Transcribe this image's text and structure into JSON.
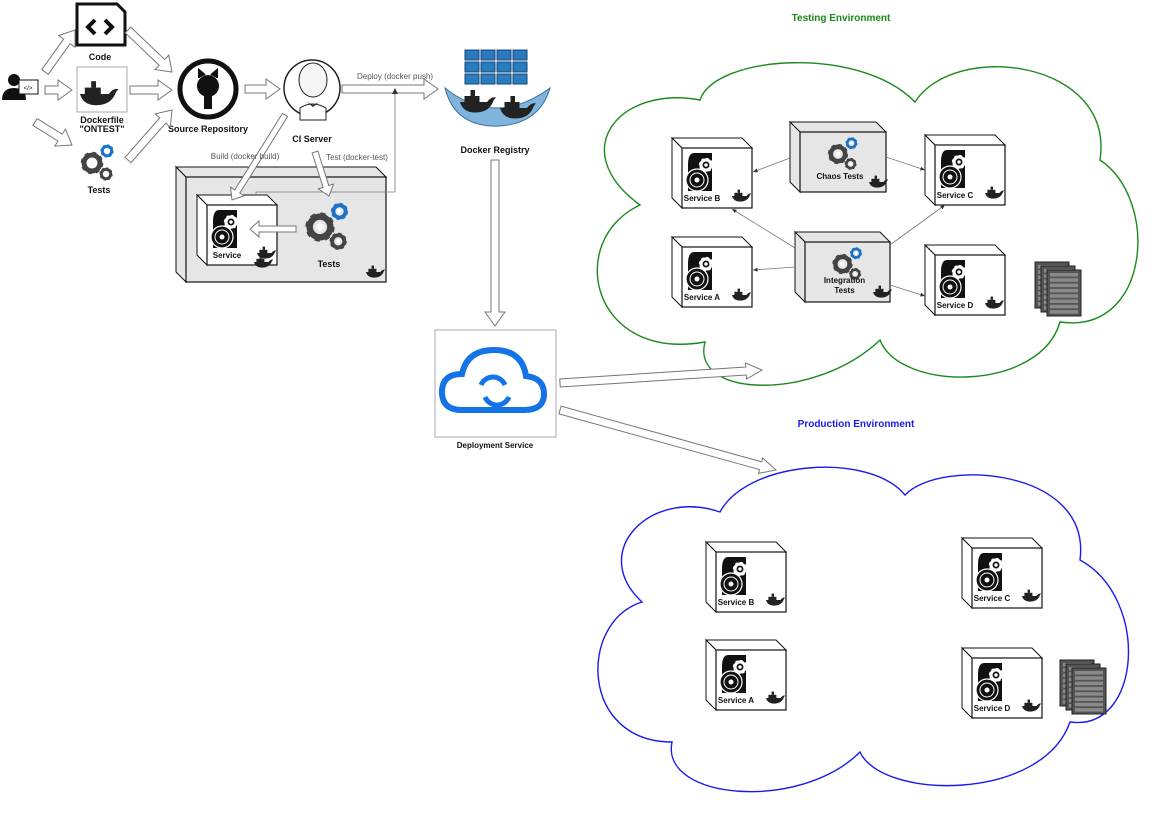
{
  "developer": {
    "code_glyph": "</>"
  },
  "inputs": {
    "code": "Code",
    "dockerfile": "Dockerfile",
    "dockerfile_name": "\"ONTEST\"",
    "tests": "Tests"
  },
  "source_repository": "Source Repository",
  "ci_server": "CI Server",
  "docker_registry": "Docker Registry",
  "deployment_service": "Deployment Service",
  "edges": {
    "deploy": "Deploy (docker push)",
    "build": "Build (docker build)",
    "test": "Test (docker-test)"
  },
  "build_container": {
    "service": "Service",
    "tests": "Tests"
  },
  "testing_env": {
    "title": "Testing Environment",
    "services": [
      "Service B",
      "Service C",
      "Service A",
      "Service D"
    ],
    "chaos_tests": "Chaos Tests",
    "integration_tests_line1": "Integration",
    "integration_tests_line2": "Tests"
  },
  "production_env": {
    "title": "Production Environment",
    "services": [
      "Service B",
      "Service C",
      "Service A",
      "Service D"
    ]
  },
  "colors": {
    "testing": "#1a8a1a",
    "production": "#1a1aee",
    "accent_blue": "#1a73c8",
    "gear": "#444444",
    "deploy_blue": "#1473e6"
  }
}
